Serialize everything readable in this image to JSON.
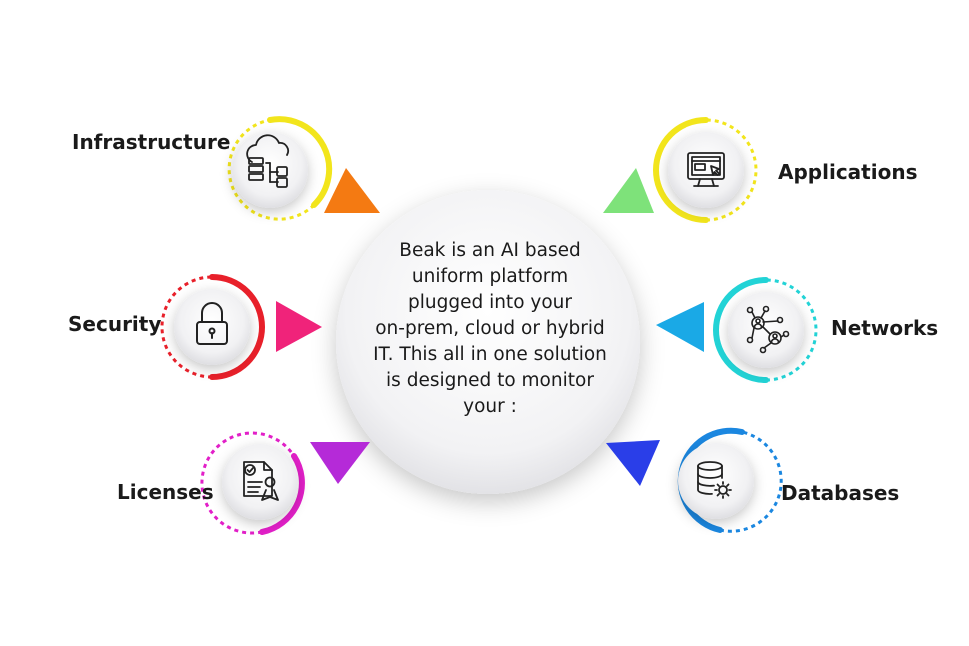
{
  "center": {
    "text_lines": [
      "Beak is an AI based",
      "uniform platform",
      "plugged into your",
      "on-prem, cloud or hybrid",
      "IT. This all in one solution",
      "is designed to monitor",
      "your :"
    ]
  },
  "nodes": {
    "infrastructure": {
      "label": "Infrastructure",
      "color": "#f2e51c",
      "icon": "cloud-server-icon",
      "pointer_color": "#f47a12"
    },
    "security": {
      "label": "Security",
      "color": "#e8202a",
      "icon": "padlock-icon",
      "pointer_color": "#f0237a"
    },
    "licenses": {
      "label": "Licenses",
      "color": "#e21fc8",
      "icon": "license-document-icon",
      "pointer_color": "#b52ad8"
    },
    "applications": {
      "label": "Applications",
      "color": "#f2e51c",
      "icon": "monitor-app-icon",
      "pointer_color": "#7ee27a"
    },
    "networks": {
      "label": "Networks",
      "color": "#22d3d6",
      "icon": "network-people-icon",
      "pointer_color": "#1aa9e6"
    },
    "databases": {
      "label": "Databases",
      "color": "#1b87e0",
      "icon": "database-gear-icon",
      "pointer_color": "#2a3ee8"
    }
  }
}
